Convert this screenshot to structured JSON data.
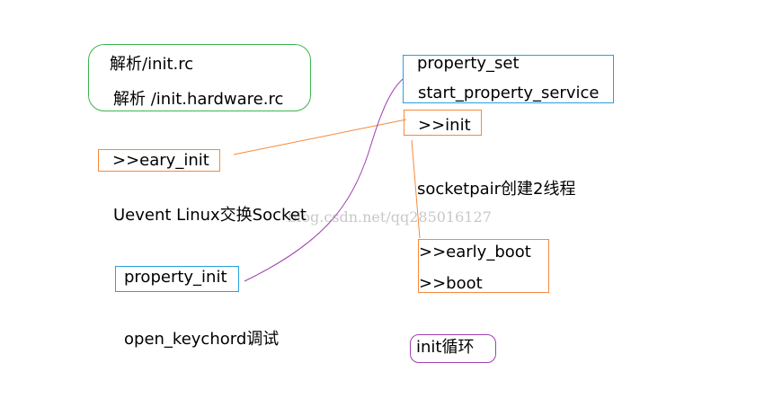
{
  "parse_box": {
    "line1": "解析/init.rc",
    "line2": "解析 /init.hardware.rc"
  },
  "property_box": {
    "line1": "property_set",
    "line2": "start_property_service"
  },
  "init": ">>init",
  "eary_init": ">>eary_init",
  "socketpair": "socketpair创建2线程",
  "uevent": "Uevent Linux交换Socket",
  "property_init": "property_init",
  "boot_box": {
    "line1": ">>early_boot",
    "line2": ">>boot"
  },
  "keychord": "open_keychord调试",
  "init_loop": "init循环",
  "watermark": "blog.csdn.net/qq285016127",
  "colors": {
    "green": "#3cb44b",
    "blue": "#2aa0e0",
    "orange": "#f58a3c",
    "purple": "#a040b0"
  }
}
